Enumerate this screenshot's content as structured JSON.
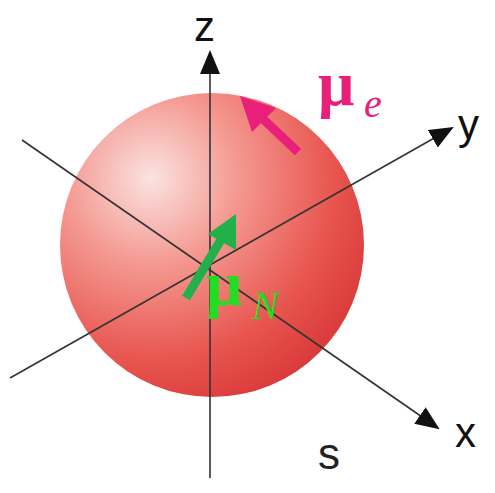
{
  "diagram": {
    "labels": [
      "z",
      "y",
      "x",
      "μ",
      "e",
      "μ",
      "N",
      "s"
    ]
  }
}
